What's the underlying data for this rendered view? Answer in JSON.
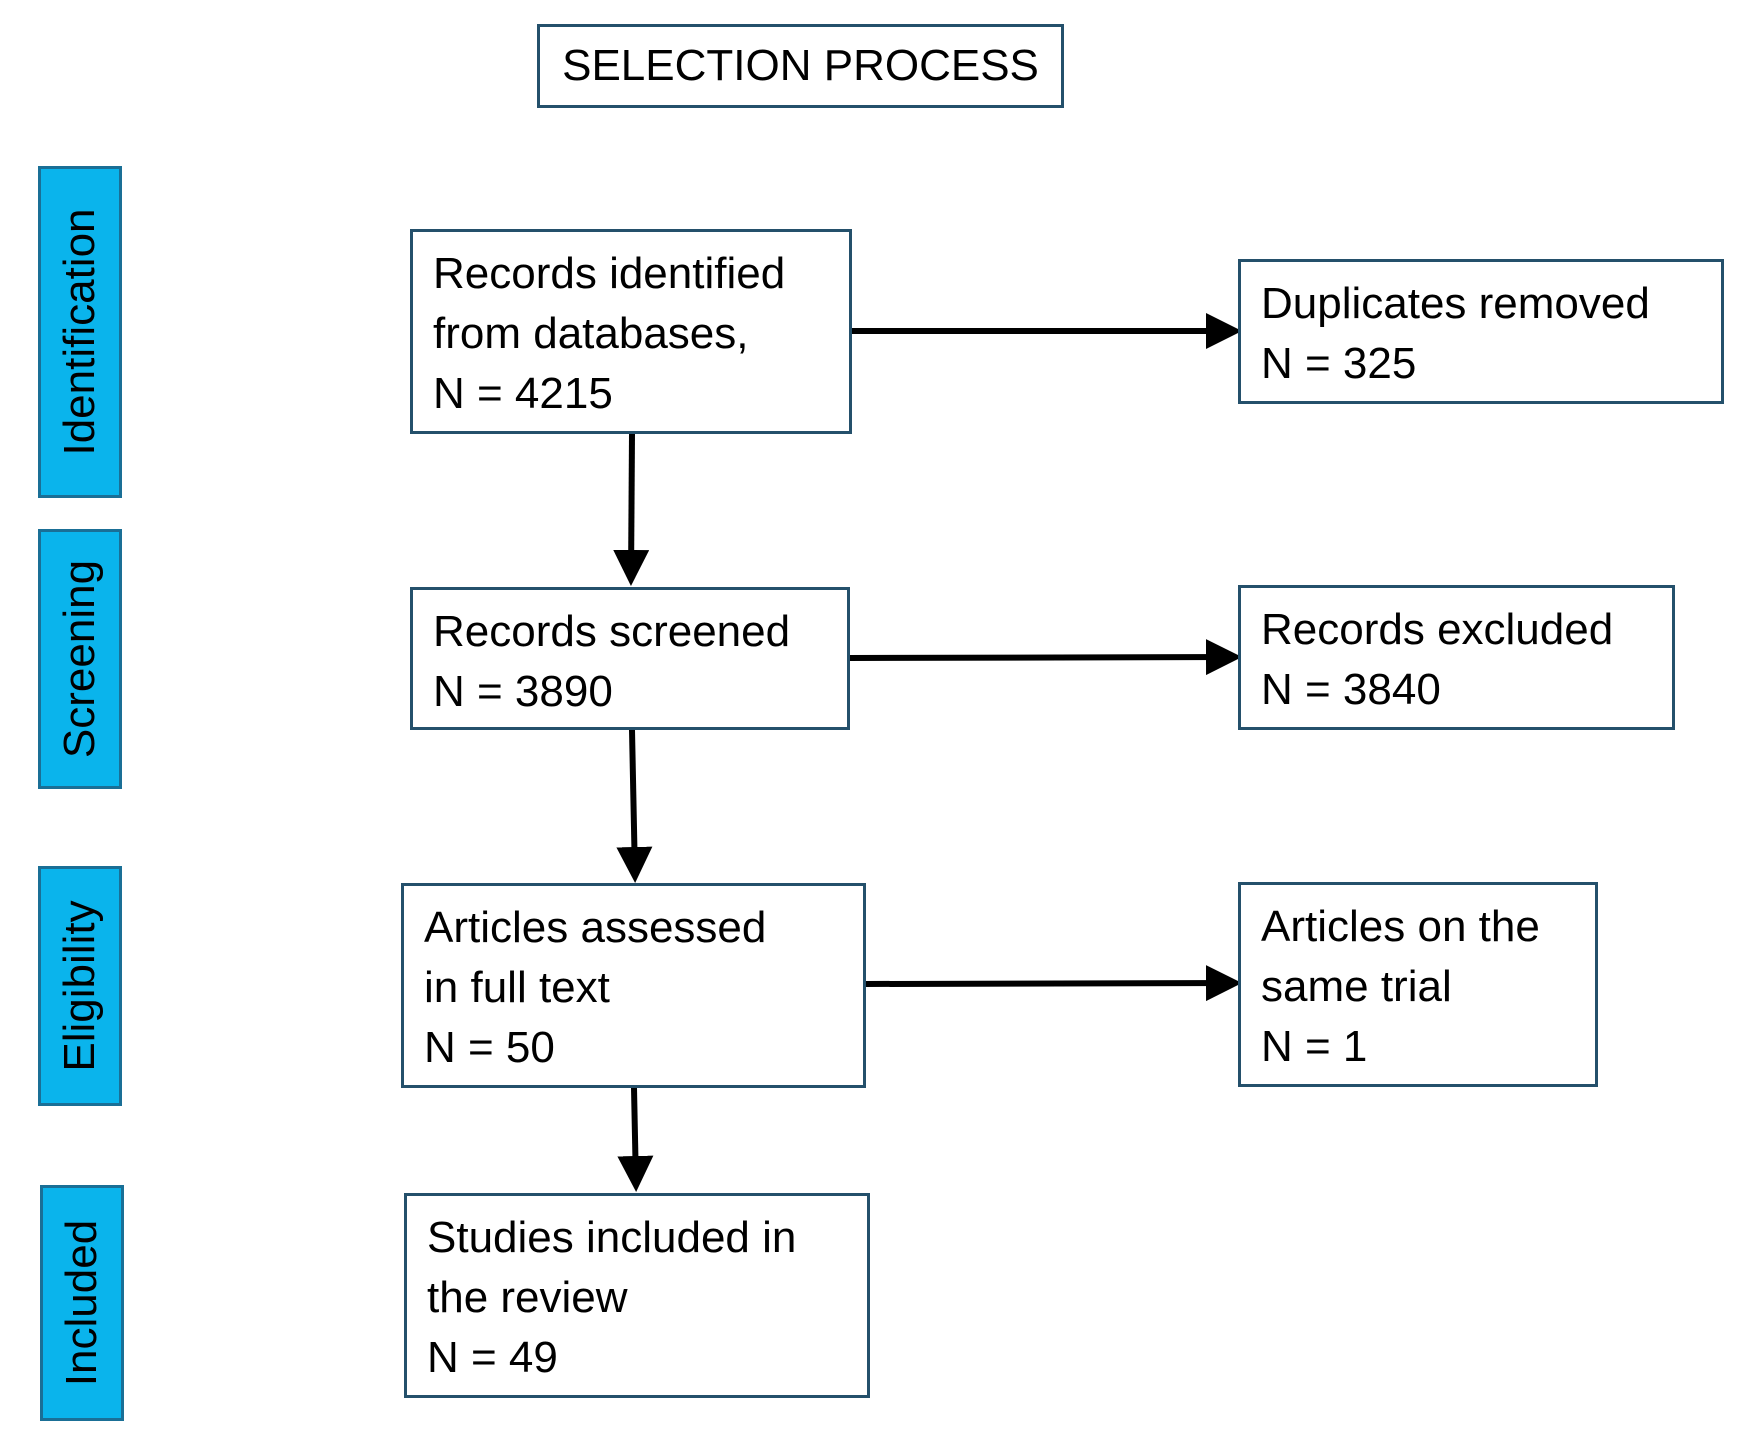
{
  "title": "SELECTION PROCESS",
  "colors": {
    "phase_fill": "#0ab4ec",
    "box_border": "#24506b",
    "arrow": "#000000"
  },
  "phases": [
    {
      "id": "identification",
      "label": "Identification"
    },
    {
      "id": "screening",
      "label": "Screening"
    },
    {
      "id": "eligibility",
      "label": "Eligibility"
    },
    {
      "id": "included",
      "label": "Included"
    }
  ],
  "boxes": {
    "identified": {
      "lines": [
        "Records identified",
        "from databases,",
        "N = 4215"
      ]
    },
    "duplicates": {
      "lines": [
        "Duplicates removed",
        "N = 325"
      ]
    },
    "screened": {
      "lines": [
        "Records screened",
        "N = 3890"
      ]
    },
    "excluded": {
      "lines": [
        "Records excluded",
        "N = 3840"
      ]
    },
    "assessed": {
      "lines": [
        "Articles assessed",
        "in full text",
        "N = 50"
      ]
    },
    "same_trial": {
      "lines": [
        "Articles on the",
        "same trial",
        "N = 1"
      ]
    },
    "included": {
      "lines": [
        "Studies included in",
        "the review",
        "N = 49"
      ]
    }
  },
  "edges": [
    {
      "from": "identified",
      "to": "duplicates"
    },
    {
      "from": "identified",
      "to": "screened"
    },
    {
      "from": "screened",
      "to": "excluded"
    },
    {
      "from": "screened",
      "to": "assessed"
    },
    {
      "from": "assessed",
      "to": "same_trial"
    },
    {
      "from": "assessed",
      "to": "included"
    }
  ]
}
